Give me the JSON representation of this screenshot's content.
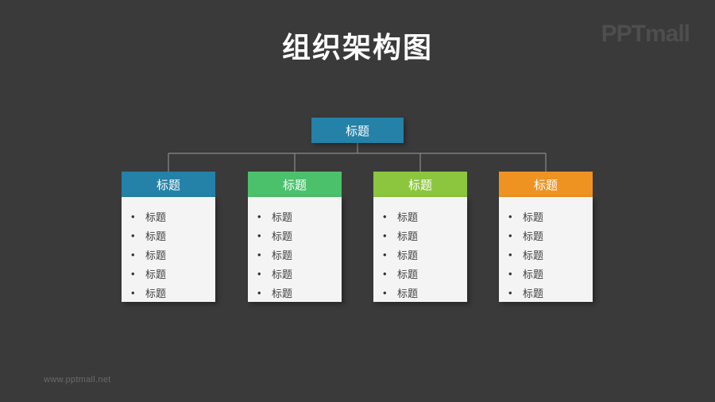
{
  "slide": {
    "background_color": "#3a3a3a",
    "title": "组织架构图",
    "logo": "PPTmall",
    "footer": "www.pptmall.net"
  },
  "chart_data": {
    "type": "diagram",
    "diagram_kind": "organization-chart",
    "title": "组织架构图",
    "root": {
      "label": "标题",
      "color": "#2481a8"
    },
    "branches": 4,
    "columns": [
      {
        "header": "标题",
        "color": "#2481a8",
        "items": [
          "标题",
          "标题",
          "标题",
          "标题",
          "标题"
        ]
      },
      {
        "header": "标题",
        "color": "#4cc16c",
        "items": [
          "标题",
          "标题",
          "标题",
          "标题",
          "标题"
        ]
      },
      {
        "header": "标题",
        "color": "#8cc63e",
        "items": [
          "标题",
          "标题",
          "标题",
          "标题",
          "标题"
        ]
      },
      {
        "header": "标题",
        "color": "#ee9322",
        "items": [
          "标题",
          "标题",
          "标题",
          "标题",
          "标题"
        ]
      }
    ],
    "panel_background": "#f4f4f4",
    "connector_color": "#8a8a8a",
    "bullet_glyph": "•"
  }
}
